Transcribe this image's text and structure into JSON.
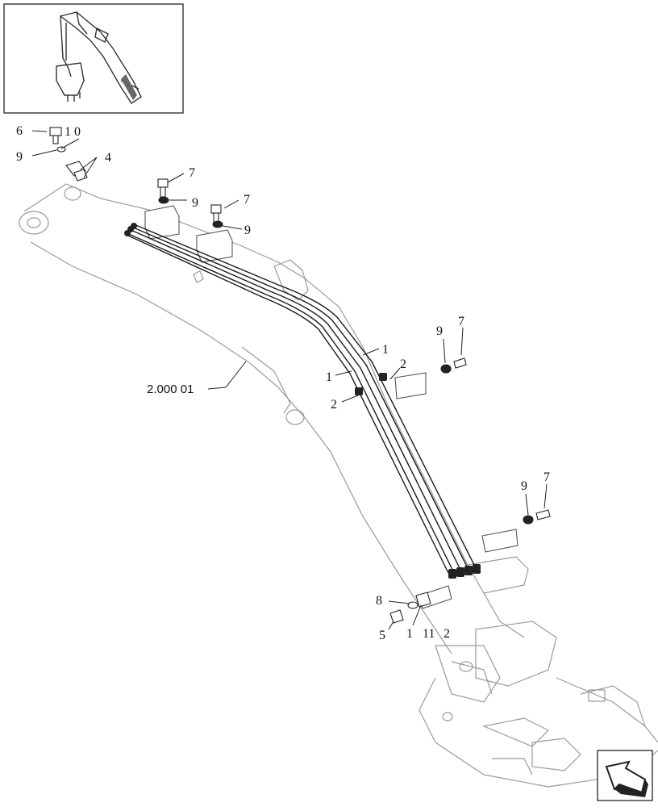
{
  "callouts": {
    "c6": "6",
    "c10": "1 0",
    "c9a": "9",
    "c4": "4",
    "c7a": "7",
    "c9b": "9",
    "c7b": "7",
    "c9c": "9",
    "c9d": "9",
    "c7c": "7",
    "c1a": "1",
    "c1b": "1",
    "c2a": "2",
    "c2b": "2",
    "c9e": "9",
    "c7d": "7",
    "c8": "8",
    "c5": "5",
    "c1c": "1",
    "c11": "11",
    "c2c": "2"
  },
  "reference": {
    "label": "2.000 01"
  },
  "colors": {
    "line": "#1a1a1a",
    "ghost": "#9a9a9a",
    "thumb": "#333333"
  },
  "icons": {
    "nav": "navigation-arrow-icon"
  }
}
